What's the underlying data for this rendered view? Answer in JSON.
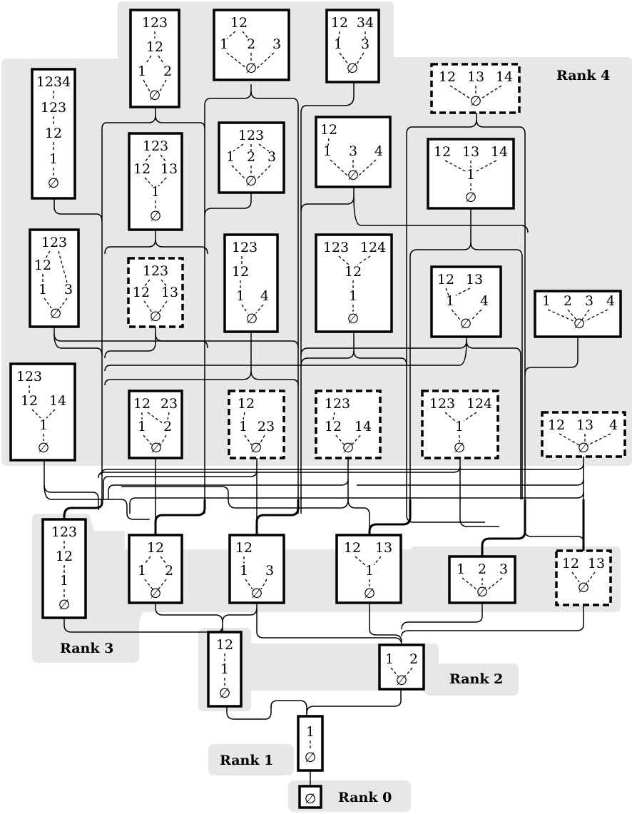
{
  "ranks": {
    "r4": "Rank 4",
    "r3": "Rank 3",
    "r2": "Rank 2",
    "r1": "Rank 1",
    "r0": "Rank 0"
  },
  "symbols": {
    "empty": "∅"
  },
  "nodes": {
    "n_123_12_1_2": [
      "123",
      "12",
      "1",
      "2"
    ],
    "n_12_1_2_3": [
      "12",
      "1",
      "2",
      "3"
    ],
    "n_12_34_1_3": [
      "12",
      "34",
      "1",
      "3"
    ],
    "n_1234_123_12_1": [
      "1234",
      "123",
      "12",
      "1"
    ],
    "n_12_13_14_top": [
      "12",
      "13",
      "14"
    ],
    "n_123_12_13_1": [
      "123",
      "12",
      "13",
      "1"
    ],
    "n_123_1_2_3": [
      "123",
      "1",
      "2",
      "3"
    ],
    "n_12_1_3_4": [
      "12",
      "1",
      "3",
      "4"
    ],
    "n_12_13_14_1": [
      "12",
      "13",
      "14",
      "1"
    ],
    "n_123_12_1_3": [
      "123",
      "12",
      "1",
      "3"
    ],
    "n_123_12_13_dashed": [
      "123",
      "12",
      "13"
    ],
    "n_123_12_1_4": [
      "123",
      "12",
      "1",
      "4"
    ],
    "n_123_124_12_1": [
      "123",
      "124",
      "12",
      "1"
    ],
    "n_12_13_1_4": [
      "12",
      "13",
      "1",
      "4"
    ],
    "n_1_2_3_4": [
      "1",
      "2",
      "3",
      "4"
    ],
    "n_123_12_14_1": [
      "123",
      "12",
      "14",
      "1"
    ],
    "n_12_23_1_2": [
      "12",
      "23",
      "1",
      "2"
    ],
    "n_12_1_23": [
      "12",
      "1",
      "23"
    ],
    "n_123_12_14": [
      "123",
      "12",
      "14"
    ],
    "n_123_124_1": [
      "123",
      "124",
      "1"
    ],
    "n_12_13_4": [
      "12",
      "13",
      "4"
    ],
    "r3_123_12_1": [
      "123",
      "12",
      "1"
    ],
    "r3_12_1_2": [
      "12",
      "1",
      "2"
    ],
    "r3_12_1_3": [
      "12",
      "1",
      "3"
    ],
    "r3_12_13_1": [
      "12",
      "13",
      "1"
    ],
    "r3_1_2_3": [
      "1",
      "2",
      "3"
    ],
    "r3_12_13": [
      "12",
      "13"
    ],
    "r2_12_1": [
      "12",
      "1"
    ],
    "r2_1_2": [
      "1",
      "2"
    ],
    "r1_1": [
      "1"
    ]
  }
}
